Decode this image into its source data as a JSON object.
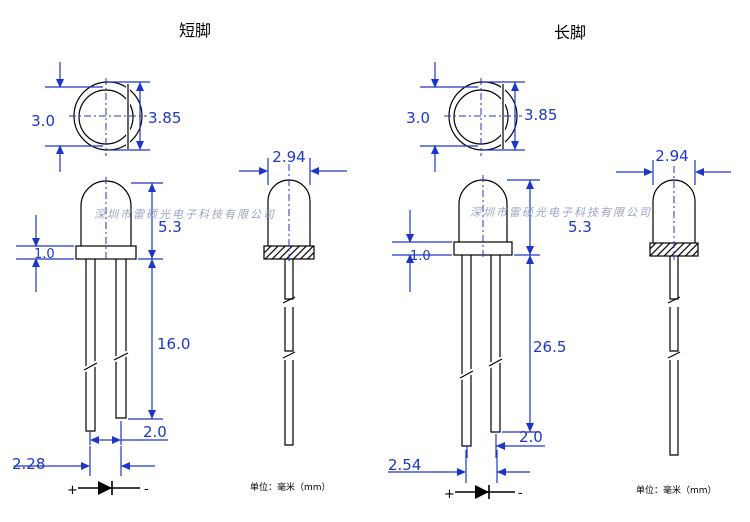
{
  "left": {
    "title": "短脚",
    "top_view": {
      "inner_diameter": "3.0",
      "outer_diameter": "3.85"
    },
    "side_view": {
      "width": "2.94"
    },
    "front_view": {
      "flange": "1.0",
      "body_height": "5.3",
      "lead_length": "16.0",
      "lead_spacing": "2.0",
      "pitch": "2.28"
    },
    "watermark": "深圳市雷硕光电子科技有限公司",
    "unit_label": "单位：毫米（mm）",
    "polarity": {
      "plus": "+",
      "minus": "-"
    }
  },
  "right": {
    "title": "长脚",
    "top_view": {
      "inner_diameter": "3.0",
      "outer_diameter": "3.85"
    },
    "side_view": {
      "width": "2.94"
    },
    "front_view": {
      "flange": "1.0",
      "body_height": "5.3",
      "lead_length": "26.5",
      "lead_spacing": "2.0",
      "pitch": "2.54"
    },
    "watermark": "深圳市雷硕光电子科技有限公司",
    "unit_label": "单位：毫米（mm）",
    "polarity": {
      "plus": "+",
      "minus": "-"
    }
  },
  "colors": {
    "dimension": "#1d36c9",
    "outline": "#000000",
    "watermark": "#9aa4c4"
  }
}
